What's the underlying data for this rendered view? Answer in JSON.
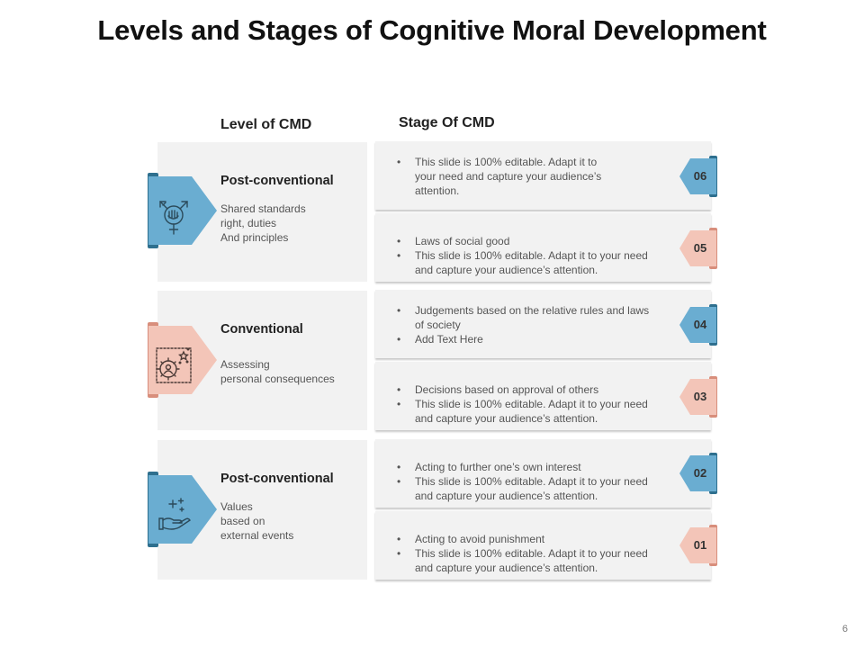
{
  "title": "Levels and Stages of Cognitive Moral Development",
  "headers": {
    "level": "Level of CMD",
    "stage": "Stage Of CMD"
  },
  "colors": {
    "blue": "#6aadd1",
    "blue_dark": "#2e6f8e",
    "pink": "#f3c5b8",
    "pink_dark": "#d88e7c",
    "card": "#f2f2f2"
  },
  "levels": [
    {
      "name": "Post-conventional",
      "desc": "Shared standards\nright, duties\nAnd principles",
      "icon": "gender-fist-icon",
      "color": "blue"
    },
    {
      "name": "Conventional",
      "desc": "Assessing\npersonal consequences",
      "icon": "gear-user-icon",
      "color": "pink"
    },
    {
      "name": "Post-conventional",
      "desc": "Values\nbased on\nexternal events",
      "icon": "hand-sparkle-icon",
      "color": "blue"
    }
  ],
  "stages": [
    {
      "number": "06",
      "color": "blue",
      "bullets": [
        "This slide is 100% editable. Adapt it to your need and capture your audience’s attention."
      ]
    },
    {
      "number": "05",
      "color": "pink",
      "bullets": [
        "Laws of social good",
        "This slide is 100% editable. Adapt it to your need and capture your audience’s attention."
      ]
    },
    {
      "number": "04",
      "color": "blue",
      "bullets": [
        "Judgements based on the relative rules and laws of society",
        "Add Text Here"
      ]
    },
    {
      "number": "03",
      "color": "pink",
      "bullets": [
        "Decisions based on approval  of others",
        "This slide is 100% editable. Adapt it to your need and capture your audience’s attention."
      ]
    },
    {
      "number": "02",
      "color": "blue",
      "bullets": [
        "Acting to further one’s own interest",
        "This slide is 100% editable. Adapt it to your need and capture your audience’s attention."
      ]
    },
    {
      "number": "01",
      "color": "pink",
      "bullets": [
        "Acting to avoid  punishment",
        "This slide is 100% editable. Adapt it to your need and capture your audience’s attention."
      ]
    }
  ],
  "page_number": "6"
}
